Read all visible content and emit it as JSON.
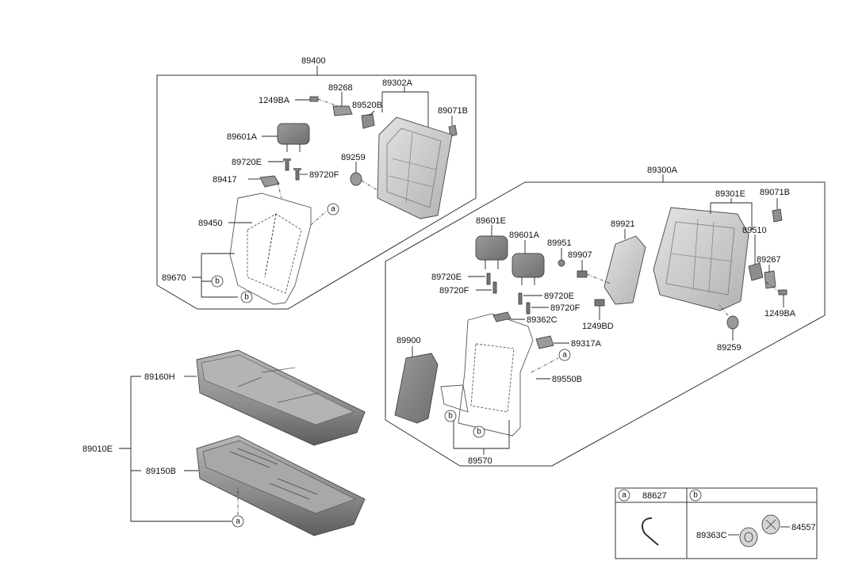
{
  "colors": {
    "line": "#222222",
    "part_dark": "#7d7d7d",
    "part_mid": "#a6a6a6",
    "part_light": "#d0d0d0",
    "background": "#ffffff"
  },
  "labels": {
    "p89400": "89400",
    "p89268": "89268",
    "p89302A": "89302A",
    "p1249BA_top": "1249BA",
    "p89520B": "89520B",
    "p89071B_top": "89071B",
    "p89601A_top": "89601A",
    "p89720E_top": "89720E",
    "p89259_top": "89259",
    "p89720F_top": "89720F",
    "p89417": "89417",
    "p89450": "89450",
    "p89670": "89670",
    "p89300A": "89300A",
    "p89301E": "89301E",
    "p89071B_right": "89071B",
    "p89601E": "89601E",
    "p89601A_right": "89601A",
    "p89921": "89921",
    "p89951": "89951",
    "p89510": "89510",
    "p89907": "89907",
    "p89267": "89267",
    "p89720E_r1": "89720E",
    "p89720F_r1": "89720F",
    "p89720E_r2": "89720E",
    "p89720F_r2": "89720F",
    "p89362C": "89362C",
    "p1249BD": "1249BD",
    "p1249BA_right": "1249BA",
    "p89900": "89900",
    "p89317A": "89317A",
    "p89259_right": "89259",
    "p89550B": "89550B",
    "p89570": "89570",
    "p89160H": "89160H",
    "p89010E": "89010E",
    "p89150B": "89150B",
    "legend_a_part": "88627",
    "legend_b_part1": "89363C",
    "legend_b_part2": "84557"
  },
  "callouts": {
    "a": "a",
    "b": "b"
  }
}
